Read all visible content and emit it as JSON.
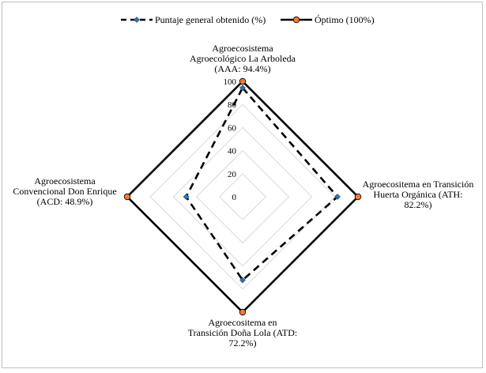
{
  "chart_data": {
    "type": "radar",
    "categories": [
      [
        "Agroecosistema",
        "Agroecológico La Arboleda",
        "(AAA: 94.4%)"
      ],
      [
        "Agroecositema en Transición",
        "Huerta Orgánica (ATH:",
        "82.2%)"
      ],
      [
        "Agroecositema en",
        "Transición Doña Lola (ATD:",
        "72.2%)"
      ],
      [
        "Agroecosistema",
        "Convencional Don Enrique",
        "(ACD: 48.9%)"
      ]
    ],
    "series": [
      {
        "name": "Puntaje general obtenido (%)",
        "values": [
          94.4,
          82.2,
          72.2,
          48.9
        ],
        "color": "#000000",
        "marker_color": "#2e75b6",
        "line_style": "dashed"
      },
      {
        "name": "Óptimo (100%)",
        "values": [
          100,
          100,
          100,
          100
        ],
        "color": "#000000",
        "marker_color": "#ed7d31",
        "line_style": "solid"
      }
    ],
    "ticks": [
      0,
      20,
      40,
      60,
      80,
      100
    ],
    "rlim": [
      0,
      100
    ],
    "grid": true,
    "legend_position": "top"
  }
}
